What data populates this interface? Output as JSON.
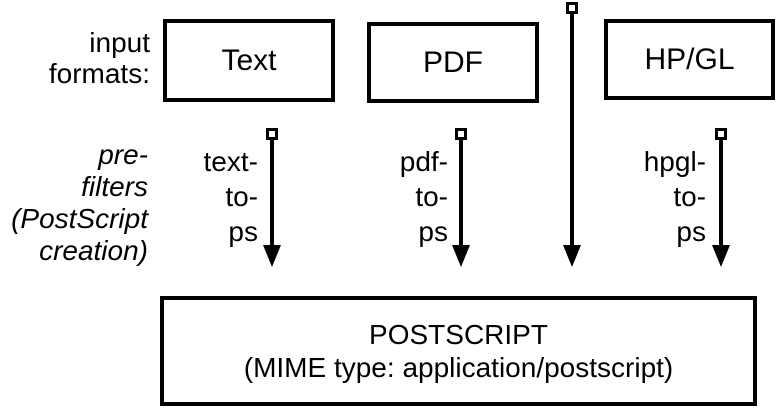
{
  "colors": {
    "ink": "#000000",
    "background": "#ffffff"
  },
  "diagram": {
    "left_labels": {
      "input_formats": {
        "line1": "input",
        "line2": "formats:"
      },
      "prefilters": {
        "line1": "pre-",
        "line2": "filters",
        "line3": "(PostScript",
        "line4": "creation)"
      }
    },
    "input_boxes": [
      {
        "label": "Text"
      },
      {
        "label": "PDF"
      },
      {
        "label": "HP/GL"
      }
    ],
    "prefilter_arrows": [
      {
        "line1": "text-",
        "line2": "to-",
        "line3": "ps"
      },
      {
        "line1": "pdf-",
        "line2": "to-",
        "line3": "ps"
      },
      {
        "line1": "hpgl-",
        "line2": "to-",
        "line3": "ps"
      }
    ],
    "output_box": {
      "line1": "POSTSCRIPT",
      "line2": "(MIME type: application/postscript)"
    }
  }
}
